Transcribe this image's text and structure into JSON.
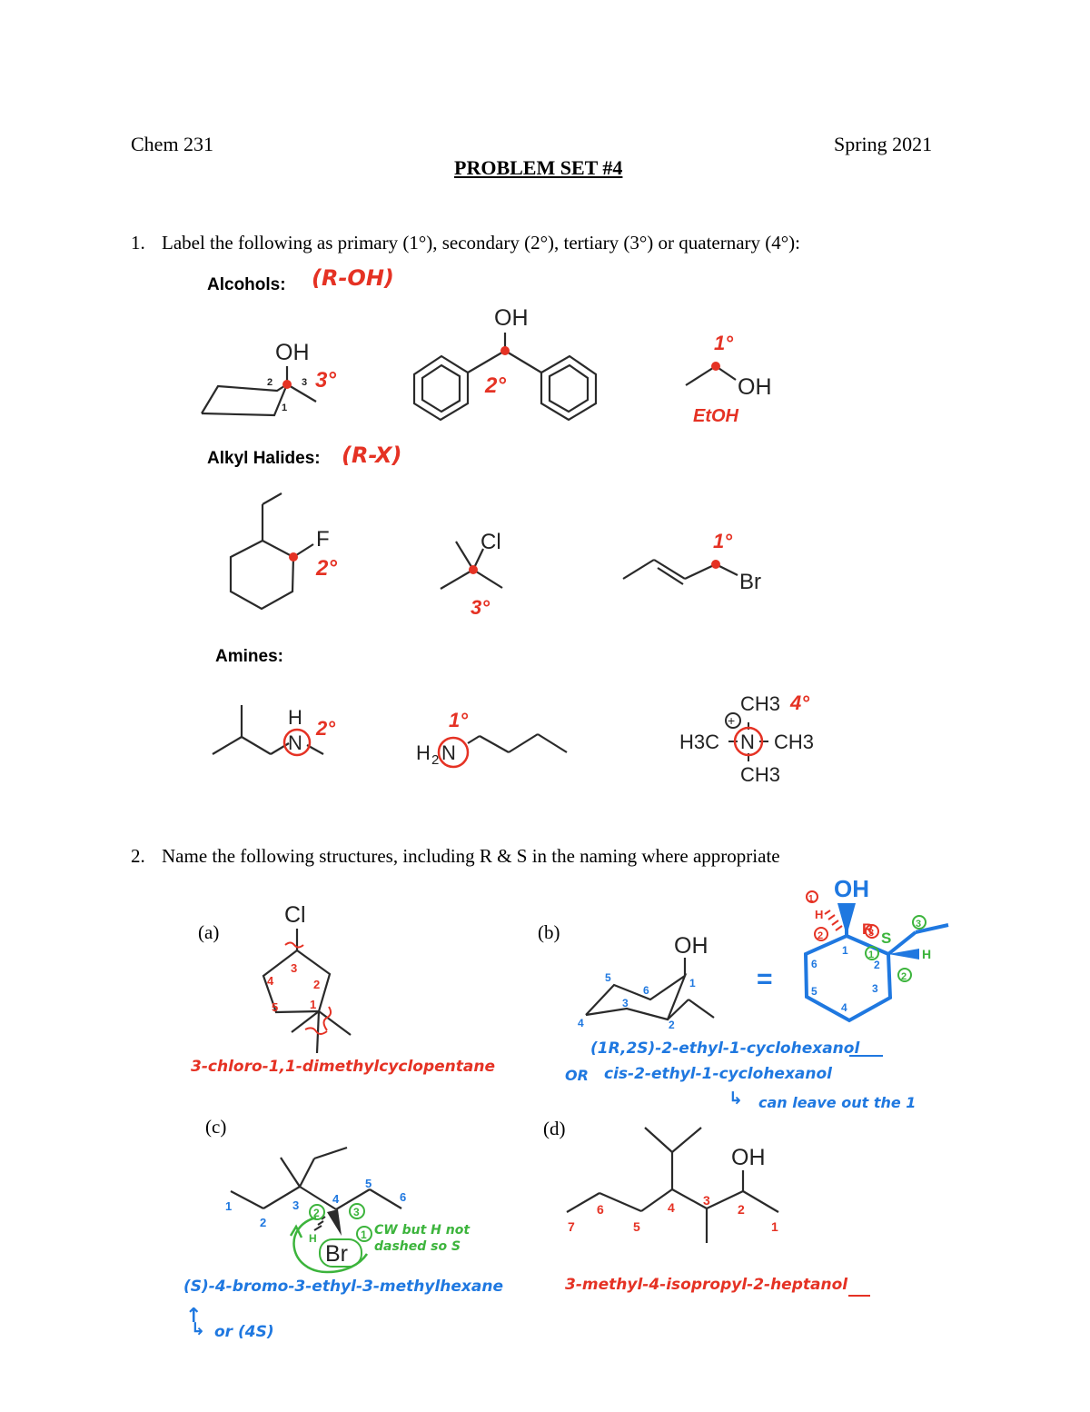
{
  "header": {
    "course": "Chem 231",
    "term": "Spring 2021",
    "title": "PROBLEM SET #4"
  },
  "q1": {
    "number": "1.",
    "prompt": "Label the following as primary (1°), secondary (2°), tertiary (3°) or quaternary (4°):",
    "alcohols": {
      "heading": "Alcohols:",
      "note": "(R-OH)",
      "m1": {
        "group": "OH",
        "label": "3°",
        "nums": [
          "2",
          "3",
          "1"
        ]
      },
      "m2": {
        "group": "OH",
        "label": "2°"
      },
      "m3": {
        "group": "OH",
        "label": "1°",
        "name": "EtOH"
      }
    },
    "halides": {
      "heading": "Alkyl Halides:",
      "note": "(R-X)",
      "m1": {
        "group": "F",
        "label": "2°"
      },
      "m2": {
        "group": "Cl",
        "label": "3°"
      },
      "m3": {
        "group": "Br",
        "label": "1°"
      }
    },
    "amines": {
      "heading": "Amines:",
      "m1": {
        "h": "H",
        "n": "N",
        "label": "2°"
      },
      "m2": {
        "h": "H",
        "sub": "2",
        "n": "N",
        "label": "1°"
      },
      "m3": {
        "top": "CH3",
        "left": "H3C",
        "n": "N",
        "right": "CH3",
        "bottom": "CH3",
        "charge": "+",
        "label": "4°"
      }
    }
  },
  "q2": {
    "number": "2.",
    "prompt": "Name the following structures, including R & S in the naming where appropriate",
    "a": {
      "tag": "(a)",
      "group": "Cl",
      "nums": [
        "1",
        "2",
        "3",
        "4",
        "5"
      ],
      "answer": "3-chloro-1,1-dimethylcyclopentane"
    },
    "b": {
      "tag": "(b)",
      "group": "OH",
      "nums": [
        "1",
        "2",
        "3",
        "4",
        "5",
        "6"
      ],
      "answer": "(1R,2S)-2-ethyl-1-cyclohexanol",
      "or": "OR",
      "alt": "cis-2-ethyl-1-cyclohexanol",
      "note": "can leave out the 1",
      "equals": "=",
      "ring_nums": [
        "1",
        "2",
        "3",
        "4",
        "5",
        "6"
      ],
      "prio_left": [
        "1",
        "2",
        "3"
      ],
      "prio_right": [
        "1",
        "2",
        "3"
      ],
      "h": "H",
      "r": "R",
      "s": "S"
    },
    "c": {
      "tag": "(c)",
      "group": "Br",
      "h": "H",
      "nums": [
        "1",
        "2",
        "3",
        "4",
        "5",
        "6"
      ],
      "prio": [
        "1",
        "2",
        "3"
      ],
      "note1": "CW but H not",
      "note2": "dashed so S",
      "answer": "(S)-4-bromo-3-ethyl-3-methylhexane",
      "alt": "or (4S)"
    },
    "d": {
      "tag": "(d)",
      "group": "OH",
      "nums": [
        "1",
        "2",
        "3",
        "4",
        "5",
        "6",
        "7"
      ],
      "answer": "3-methyl-4-isopropyl-2-heptanol"
    }
  },
  "colors": {
    "red": "#e53224",
    "blue": "#1f78e0",
    "green": "#3cb43c",
    "ink": "#2a2a2a"
  }
}
